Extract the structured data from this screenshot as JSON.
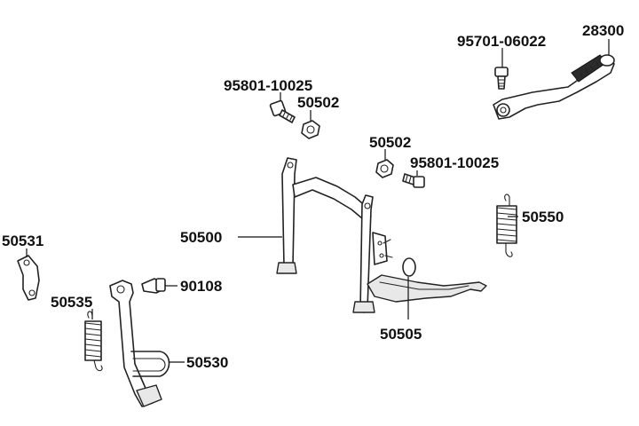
{
  "diagram": {
    "parts": [
      {
        "id": "28300",
        "label": "28300"
      },
      {
        "id": "95701-06022",
        "label": "95701-06022"
      },
      {
        "id": "95801-10025-upper",
        "label": "95801-10025"
      },
      {
        "id": "50502-upper",
        "label": "50502"
      },
      {
        "id": "50502-right",
        "label": "50502"
      },
      {
        "id": "95801-10025-right",
        "label": "95801-10025"
      },
      {
        "id": "50500",
        "label": "50500"
      },
      {
        "id": "50550",
        "label": "50550"
      },
      {
        "id": "50531",
        "label": "50531"
      },
      {
        "id": "90108",
        "label": "90108"
      },
      {
        "id": "50535",
        "label": "50535"
      },
      {
        "id": "50505",
        "label": "50505"
      },
      {
        "id": "50530",
        "label": "50530"
      }
    ]
  }
}
